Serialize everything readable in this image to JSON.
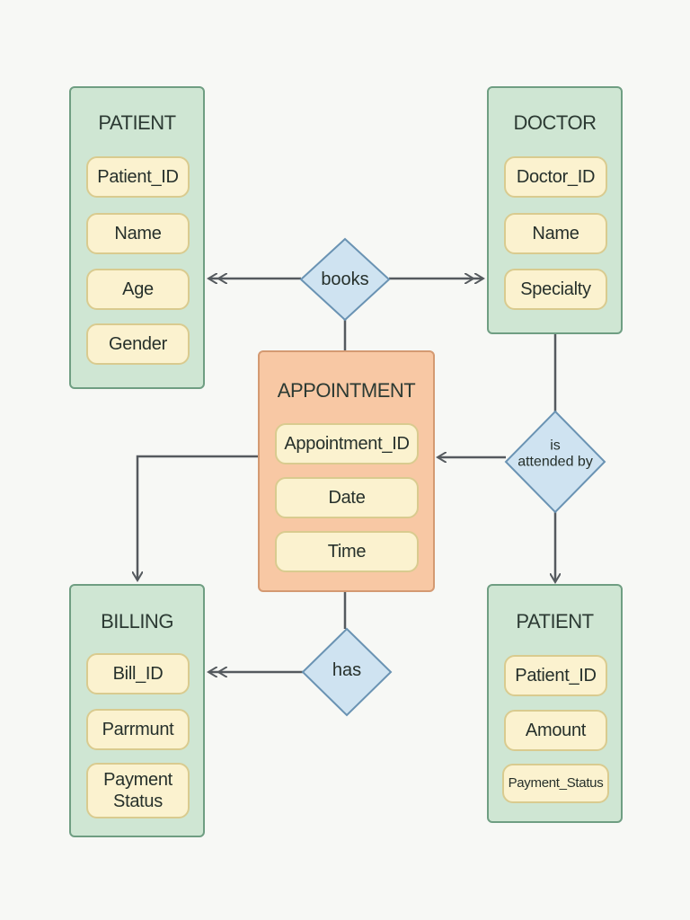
{
  "entities": {
    "patient_top": {
      "title": "PATIENT",
      "attributes": [
        "Patient_ID",
        "Name",
        "Age",
        "Gender"
      ]
    },
    "doctor": {
      "title": "DOCTOR",
      "attributes": [
        "Doctor_ID",
        "Name",
        "Specialty"
      ]
    },
    "appointment": {
      "title": "APPOINTMENT",
      "attributes": [
        "Appointment_ID",
        "Date",
        "Time"
      ]
    },
    "billing": {
      "title": "BILLING",
      "attributes": [
        "Bill_ID",
        "Parrmunt",
        "Payment Status"
      ]
    },
    "patient_bottom": {
      "title": "PATIENT",
      "attributes": [
        "Patient_ID",
        "Amount",
        "Payment_Status"
      ]
    }
  },
  "relationships": {
    "books": {
      "label": "books"
    },
    "attended": {
      "label_line1": "is",
      "label_line2": "attended by"
    },
    "has": {
      "label": "has"
    }
  },
  "colors": {
    "entity_fill": "#cfe6d3",
    "central_fill": "#f8c8a4",
    "attribute_fill": "#fbf2cf",
    "relationship_fill": "#cfe3f1",
    "line": "#555a5e"
  }
}
